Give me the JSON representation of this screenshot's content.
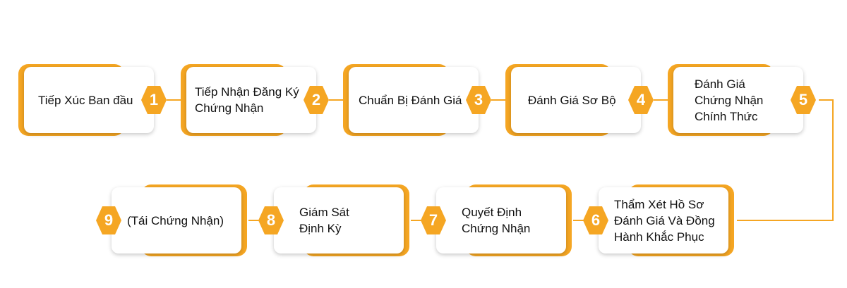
{
  "theme": {
    "accent": "#F5A623",
    "card_background": "#FFFFFF",
    "text_color": "#111111"
  },
  "steps": [
    {
      "number": "1",
      "label": "Tiếp Xúc Ban đầu"
    },
    {
      "number": "2",
      "label": "Tiếp Nhận Đăng Ký\nChứng Nhận"
    },
    {
      "number": "3",
      "label": "Chuẩn Bị Đánh Giá"
    },
    {
      "number": "4",
      "label": "Đánh Giá Sơ Bộ"
    },
    {
      "number": "5",
      "label": "Đánh Giá\nChứng Nhận\nChính Thức"
    },
    {
      "number": "6",
      "label": "Thẩm Xét Hồ Sơ\nĐánh Giá Và Đồng\nHành Khắc Phục"
    },
    {
      "number": "7",
      "label": "Quyết Định\nChứng Nhận"
    },
    {
      "number": "8",
      "label": "Giám Sát\nĐịnh Kỳ"
    },
    {
      "number": "9",
      "label": "(Tái Chứng Nhận)"
    }
  ]
}
